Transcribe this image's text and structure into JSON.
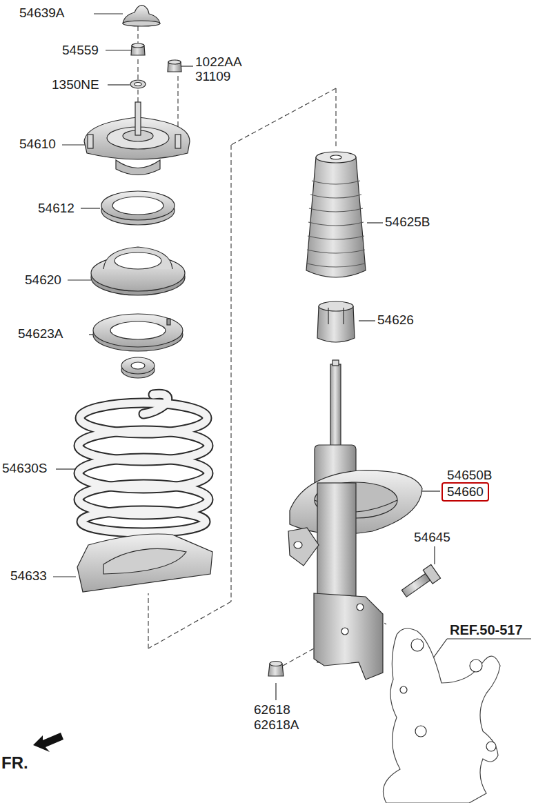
{
  "diagram": {
    "nodes": [
      {
        "text": [
          "54660"
        ]
      }
    ],
    "labels": [
      "54639A",
      "54559",
      "1022AA",
      "31109",
      "1350NE",
      "54610",
      "54612",
      "54620",
      "54623A",
      "54630S",
      "54633",
      "54625B",
      "54626",
      "54650B",
      "54645",
      "REF.50-517",
      "62618",
      "62618A",
      "FR."
    ]
  }
}
